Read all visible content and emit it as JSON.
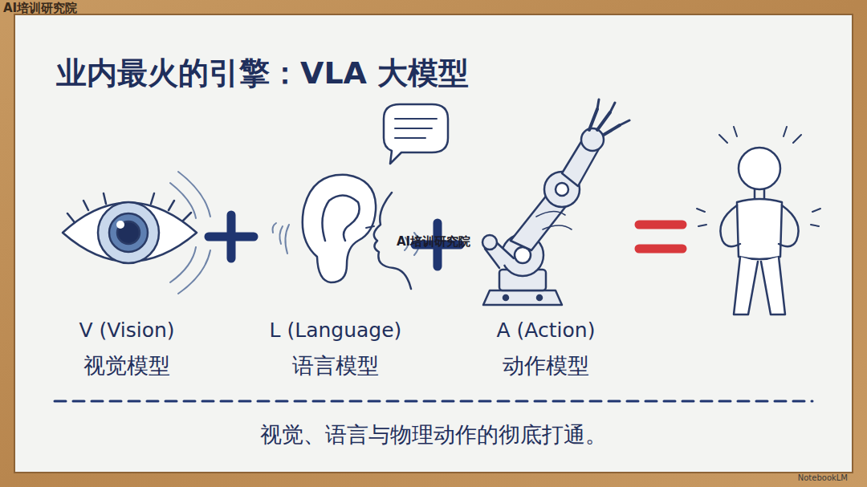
{
  "diagram": {
    "title": "业内最火的引擎：VLA 大模型",
    "caption": "视觉、语言与物理动作的彻底打通。",
    "labels": [
      "AI培训研究院",
      "V (Vision)",
      "视觉模型",
      "L (Language)",
      "语言模型",
      "A (Action)",
      "动作模型",
      "AI培训研究院",
      "NotebookLM"
    ]
  }
}
